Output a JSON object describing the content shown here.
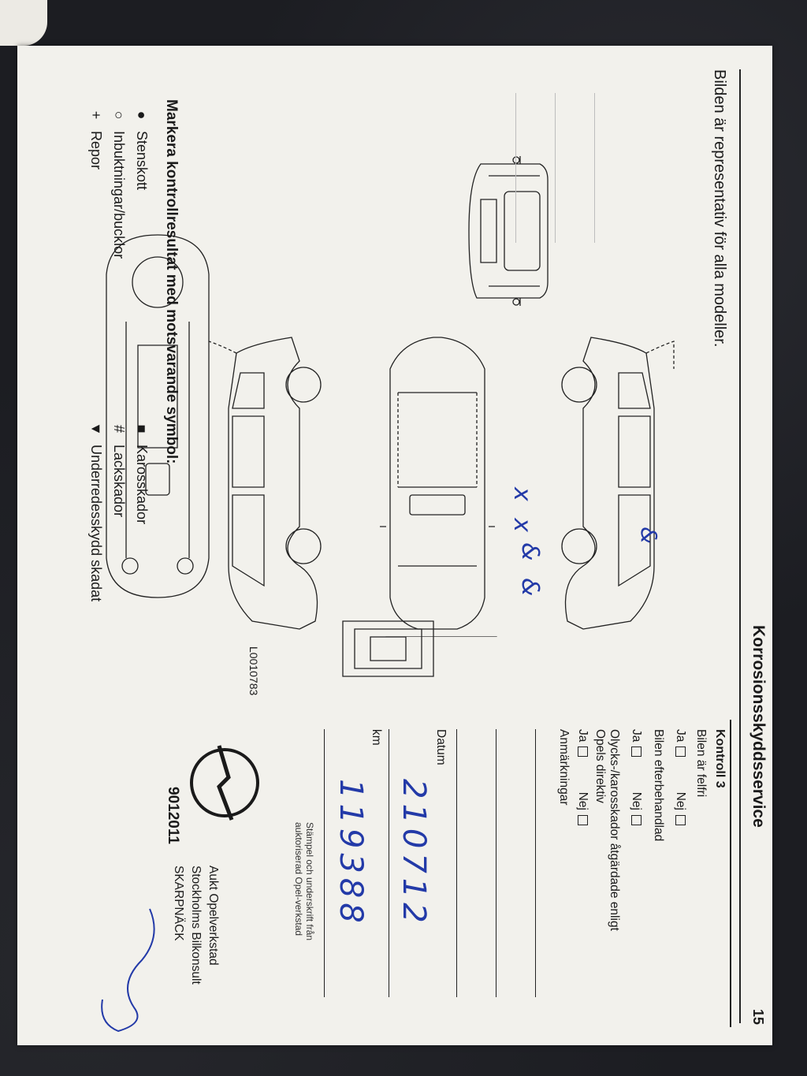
{
  "header": {
    "title": "Korrosionsskyddsservice",
    "page_number": "15"
  },
  "intro": "Bilden är representativ för alla modeller.",
  "legend": {
    "heading": "Markera kontrollresultat med motsvarande symbol:",
    "items": [
      {
        "symbol": "●",
        "label": "Stenskott"
      },
      {
        "symbol": "○",
        "label": "Inbuktningar/bucklor"
      },
      {
        "symbol": "+",
        "label": "Repor"
      },
      {
        "symbol": "■",
        "label": "Karosskador"
      },
      {
        "symbol": "#",
        "label": "Lackskador"
      },
      {
        "symbol": "▼",
        "label": "Underredesskydd skadat"
      }
    ]
  },
  "diagram": {
    "reference_code": "L0010783",
    "annotations": [
      "x x",
      "& &",
      "&"
    ]
  },
  "kontroll": {
    "title": "Kontroll 3",
    "q1": {
      "label": "Bilen är felfri",
      "ja": "Ja",
      "nej": "Nej"
    },
    "q2": {
      "label": "Bilen efterbehandlad",
      "ja": "Ja",
      "nej": "Nej"
    },
    "q3": {
      "label_line1": "Olycks-/karosskador åtgärdade enligt",
      "label_line2": "Opels direktiv",
      "ja": "Ja",
      "nej": "Nej"
    },
    "remarks_label": "Anmärkningar",
    "datum_label": "Datum",
    "datum_value": "210712",
    "km_label": "km",
    "km_value": "119388",
    "stamp_note_line1": "Stämpel och underskrift från",
    "stamp_note_line2": "auktoriserad Opel-verkstad"
  },
  "stamp": {
    "line1": "Aukt Opelverkstad",
    "line2": "Stockholms Bilkonsult",
    "line3": "SKARPNÄCK",
    "code": "9012011"
  },
  "colors": {
    "paper": "#f2f1ec",
    "ink": "#1a1a1a",
    "pen": "#233aa8"
  }
}
